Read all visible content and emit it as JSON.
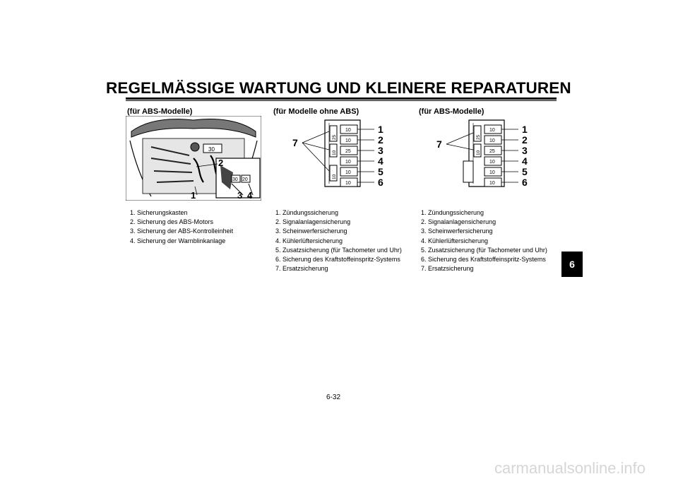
{
  "header": {
    "title": "REGELMÄSSIGE WARTUNG UND KLEINERE REPARATUREN"
  },
  "columns": [
    {
      "heading": "(für ABS-Modelle)",
      "callouts": [
        "1",
        "2",
        "3",
        "4"
      ],
      "photo_labels": [
        "30",
        "30",
        "20"
      ],
      "legend": [
        "1. Sicherungskasten",
        "2. Sicherung des ABS-Motors",
        "3. Sicherung der ABS-Kontrolleinheit",
        "4. Sicherung der Warnblinkanlage"
      ]
    },
    {
      "heading": "(für Modelle ohne ABS)",
      "callouts": [
        "1",
        "2",
        "3",
        "4",
        "5",
        "6",
        "7"
      ],
      "fuse_values": [
        "10",
        "10",
        "25",
        "10",
        "10",
        "10"
      ],
      "spare_values": [
        "25",
        "10",
        "10"
      ],
      "legend": [
        "1. Zündungssicherung",
        "2. Signalanlagensicherung",
        "3. Scheinwerfersicherung",
        "4. Kühlerlüftersicherung",
        "5. Zusatzsicherung (für Tachometer und Uhr)",
        "6. Sicherung des Kraftstoffeinspritz-Systems",
        "7. Ersatzsicherung"
      ]
    },
    {
      "heading": "(für ABS-Modelle)",
      "callouts": [
        "1",
        "2",
        "3",
        "4",
        "5",
        "6",
        "7"
      ],
      "fuse_values": [
        "10",
        "10",
        "25",
        "10",
        "10",
        "10"
      ],
      "spare_values": [
        "25",
        "10"
      ],
      "legend": [
        "1. Zündungssicherung",
        "2. Signalanlagensicherung",
        "3. Scheinwerfersicherung",
        "4. Kühlerlüftersicherung",
        "5. Zusatzsicherung (für Tachometer und Uhr)",
        "6. Sicherung des Kraftstoffeinspritz-Systems",
        "7. Ersatzsicherung"
      ]
    }
  ],
  "chapter_tab": "6",
  "page_number": "6-32",
  "watermark": "carmanualsonline.info"
}
